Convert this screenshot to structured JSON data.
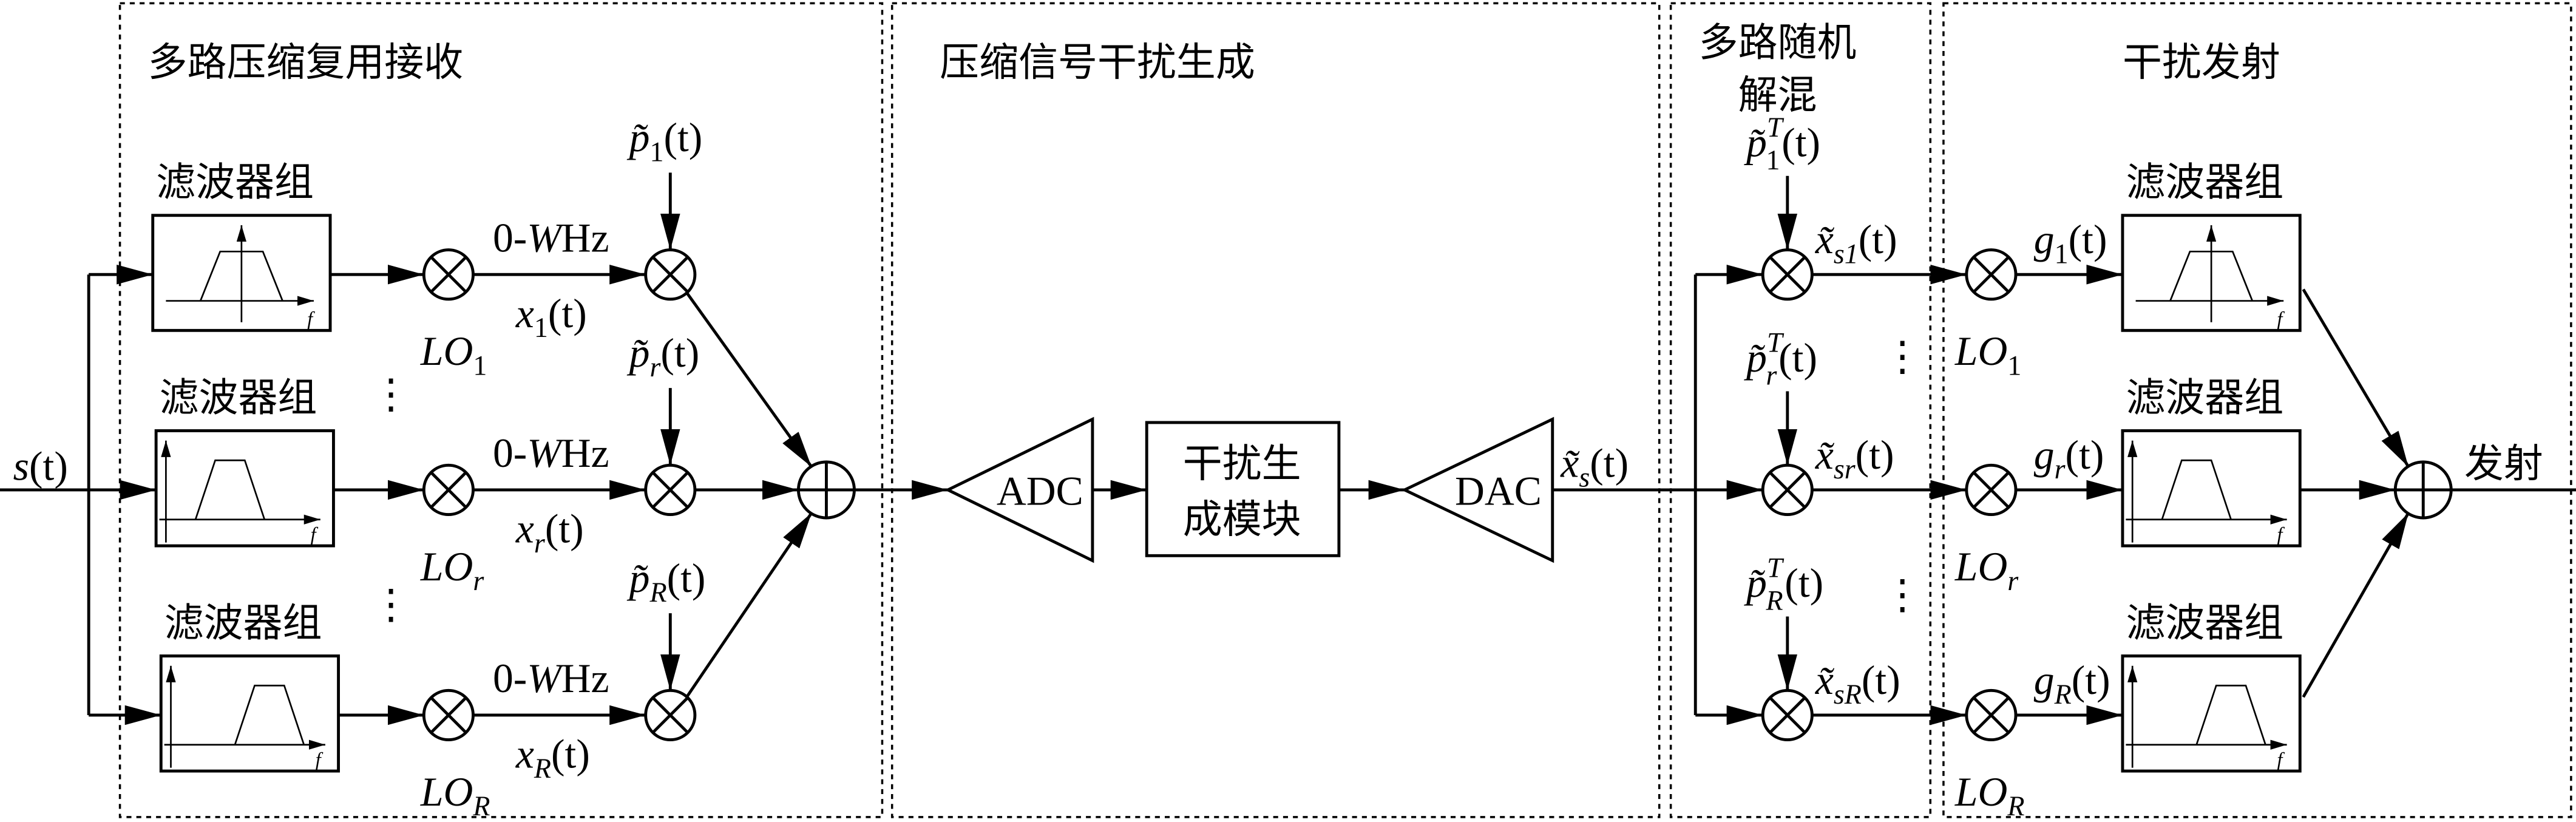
{
  "sections": {
    "receive_title": "多路压缩复用接收",
    "generate_title": "压缩信号干扰生成",
    "demix_title_lines": [
      "多路随机",
      "解混"
    ],
    "transmit_title": "干扰发射"
  },
  "input": {
    "base": "s",
    "arg": "(t)"
  },
  "filter_label": "滤波器组",
  "filter_axis": "f",
  "ellipsis": "⋮",
  "receive": {
    "rows": [
      {
        "lo": {
          "base": "LO",
          "sub": "1"
        },
        "band": {
          "pre": "0-",
          "var": "W",
          "unit": "Hz"
        },
        "signal": {
          "base": "x",
          "sub": "1",
          "arg": "(t)"
        },
        "code": {
          "base": "p̃",
          "sub": "1",
          "arg": "(t)"
        }
      },
      {
        "lo": {
          "base": "LO",
          "sub": "r"
        },
        "band": {
          "pre": "0-",
          "var": "W",
          "unit": "Hz"
        },
        "signal": {
          "base": "x",
          "sub": "r",
          "arg": "(t)"
        },
        "code": {
          "base": "p̃",
          "sub": "r",
          "arg": "(t)"
        }
      },
      {
        "lo": {
          "base": "LO",
          "sub": "R"
        },
        "band": {
          "pre": "0-",
          "var": "W",
          "unit": "Hz"
        },
        "signal": {
          "base": "x",
          "sub": "R",
          "arg": "(t)"
        },
        "code": {
          "base": "p̃",
          "sub": "R",
          "arg": "(t)"
        }
      }
    ]
  },
  "generate": {
    "adc": "ADC",
    "block_lines": [
      "干扰生",
      "成模块"
    ],
    "dac": "DAC",
    "output": {
      "base": "x̃",
      "sub": "s",
      "arg": "(t)"
    }
  },
  "demix": {
    "rows": [
      {
        "code": {
          "base": "p̃",
          "sup": "T",
          "sub": "1",
          "arg": "(t)"
        },
        "output": {
          "base": "x̃",
          "sub": "s1",
          "arg": "(t)"
        }
      },
      {
        "code": {
          "base": "p̃",
          "sup": "T",
          "sub": "r",
          "arg": "(t)"
        },
        "output": {
          "base": "x̃",
          "sub": "sr",
          "arg": "(t)"
        }
      },
      {
        "code": {
          "base": "p̃",
          "sup": "T",
          "sub": "R",
          "arg": "(t)"
        },
        "output": {
          "base": "x̃",
          "sub": "sR",
          "arg": "(t)"
        }
      }
    ]
  },
  "transmit": {
    "rows": [
      {
        "lo": {
          "base": "LO",
          "sub": "1"
        },
        "signal": {
          "base": "g",
          "sub": "1",
          "arg": "(t)"
        }
      },
      {
        "lo": {
          "base": "LO",
          "sub": "r"
        },
        "signal": {
          "base": "g",
          "sub": "r",
          "arg": "(t)"
        }
      },
      {
        "lo": {
          "base": "LO",
          "sub": "R"
        },
        "signal": {
          "base": "g",
          "sub": "R",
          "arg": "(t)"
        }
      }
    ],
    "output": "发射"
  }
}
